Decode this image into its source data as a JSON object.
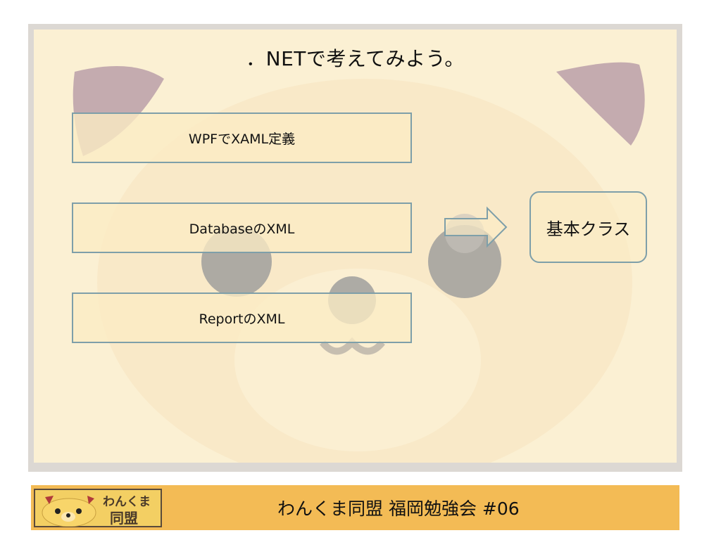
{
  "slide": {
    "title": "．NETで考えてみよう。",
    "boxes": [
      {
        "label": "WPFでXAML定義"
      },
      {
        "label": "DatabaseのXML"
      },
      {
        "label": "ReportのXML"
      }
    ],
    "target_box": {
      "label": "基本クラス"
    }
  },
  "footer": {
    "logo_line1": "わんくま",
    "logo_line2": "同盟",
    "title": "わんくま同盟 福岡勉強会 #06"
  },
  "colors": {
    "slide_bg": "#fbf0d3",
    "box_border": "#7e9fa9",
    "footer_bg": "#f3bb55"
  }
}
